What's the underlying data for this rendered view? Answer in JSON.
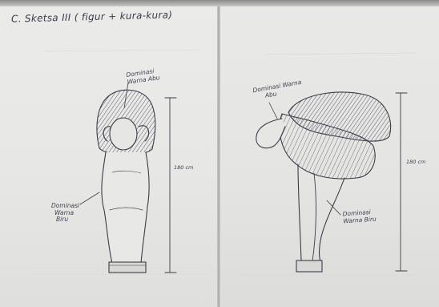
{
  "sketch": {
    "title": "C. Sketsa III ( figur + kura-kura)",
    "front": {
      "annotation_top": [
        "Dominasi",
        "Warna Abu"
      ],
      "annotation_body": [
        "Dominasi",
        "Warna",
        "Biru"
      ],
      "height_label": "180 cm"
    },
    "side": {
      "annotation_top": [
        "Dominasi Warna",
        "Abu"
      ],
      "annotation_body": [
        "Dominasi",
        "Warna Biru"
      ],
      "height_label": "180 cm"
    }
  }
}
